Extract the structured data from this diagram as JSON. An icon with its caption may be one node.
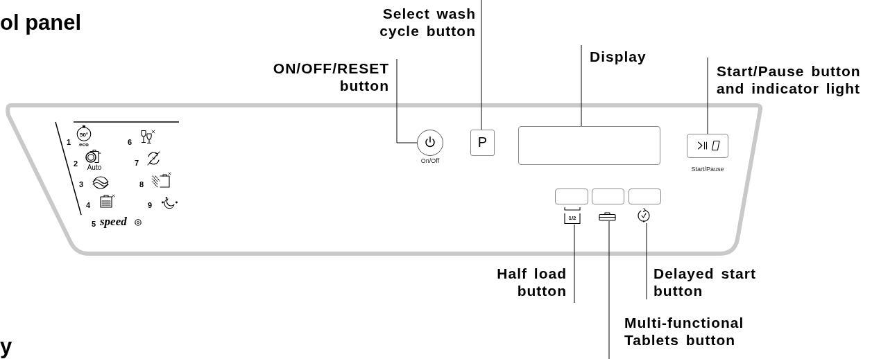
{
  "diagram": {
    "title": "ol panel",
    "nodes": [
      {
        "text": [
          "Select wash cycle button"
        ]
      },
      {
        "text": [
          "ON/OFF/RESET button"
        ]
      },
      {
        "text": [
          "Display"
        ]
      },
      {
        "text": [
          "Start/Pause button and indicator light"
        ]
      },
      {
        "text": [],
        "shape": "circle",
        "beside": [
          "On/Off"
        ]
      },
      {
        "text": [
          "P"
        ]
      },
      {
        "text": [],
        "shape": "box"
      },
      {
        "text": [],
        "shape": "box",
        "beside": [
          "Start/Pause"
        ]
      },
      {
        "text": [],
        "shape": "box"
      },
      {
        "text": [],
        "shape": "box"
      },
      {
        "text": [],
        "shape": "box"
      },
      {
        "text": [],
        "shape": "picture"
      },
      {
        "text": [],
        "shape": "picture"
      },
      {
        "text": [],
        "shape": "picture"
      },
      {
        "text": [
          "Half load button"
        ]
      },
      {
        "text": [
          "Delayed start button"
        ]
      },
      {
        "text": [
          "Multi-functional Tablets button"
        ]
      }
    ],
    "edges": [
      {
        "from": 0,
        "to": 5,
        "arrow": "none"
      },
      {
        "from": 1,
        "to": 4,
        "arrow": "none"
      },
      {
        "from": 2,
        "to": 6,
        "arrow": "none"
      },
      {
        "from": 3,
        "to": 7,
        "arrow": "none"
      },
      {
        "from": 14,
        "to": 11,
        "arrow": "none"
      },
      {
        "from": 15,
        "to": 13,
        "arrow": "none"
      },
      {
        "from": 16,
        "to": 12,
        "arrow": "none"
      }
    ],
    "labels": [
      "1",
      "50°",
      "eco",
      "6",
      "2",
      "Auto",
      "7",
      "3",
      "8",
      "4",
      "9",
      "5",
      "speed",
      "1/2",
      "y"
    ]
  }
}
